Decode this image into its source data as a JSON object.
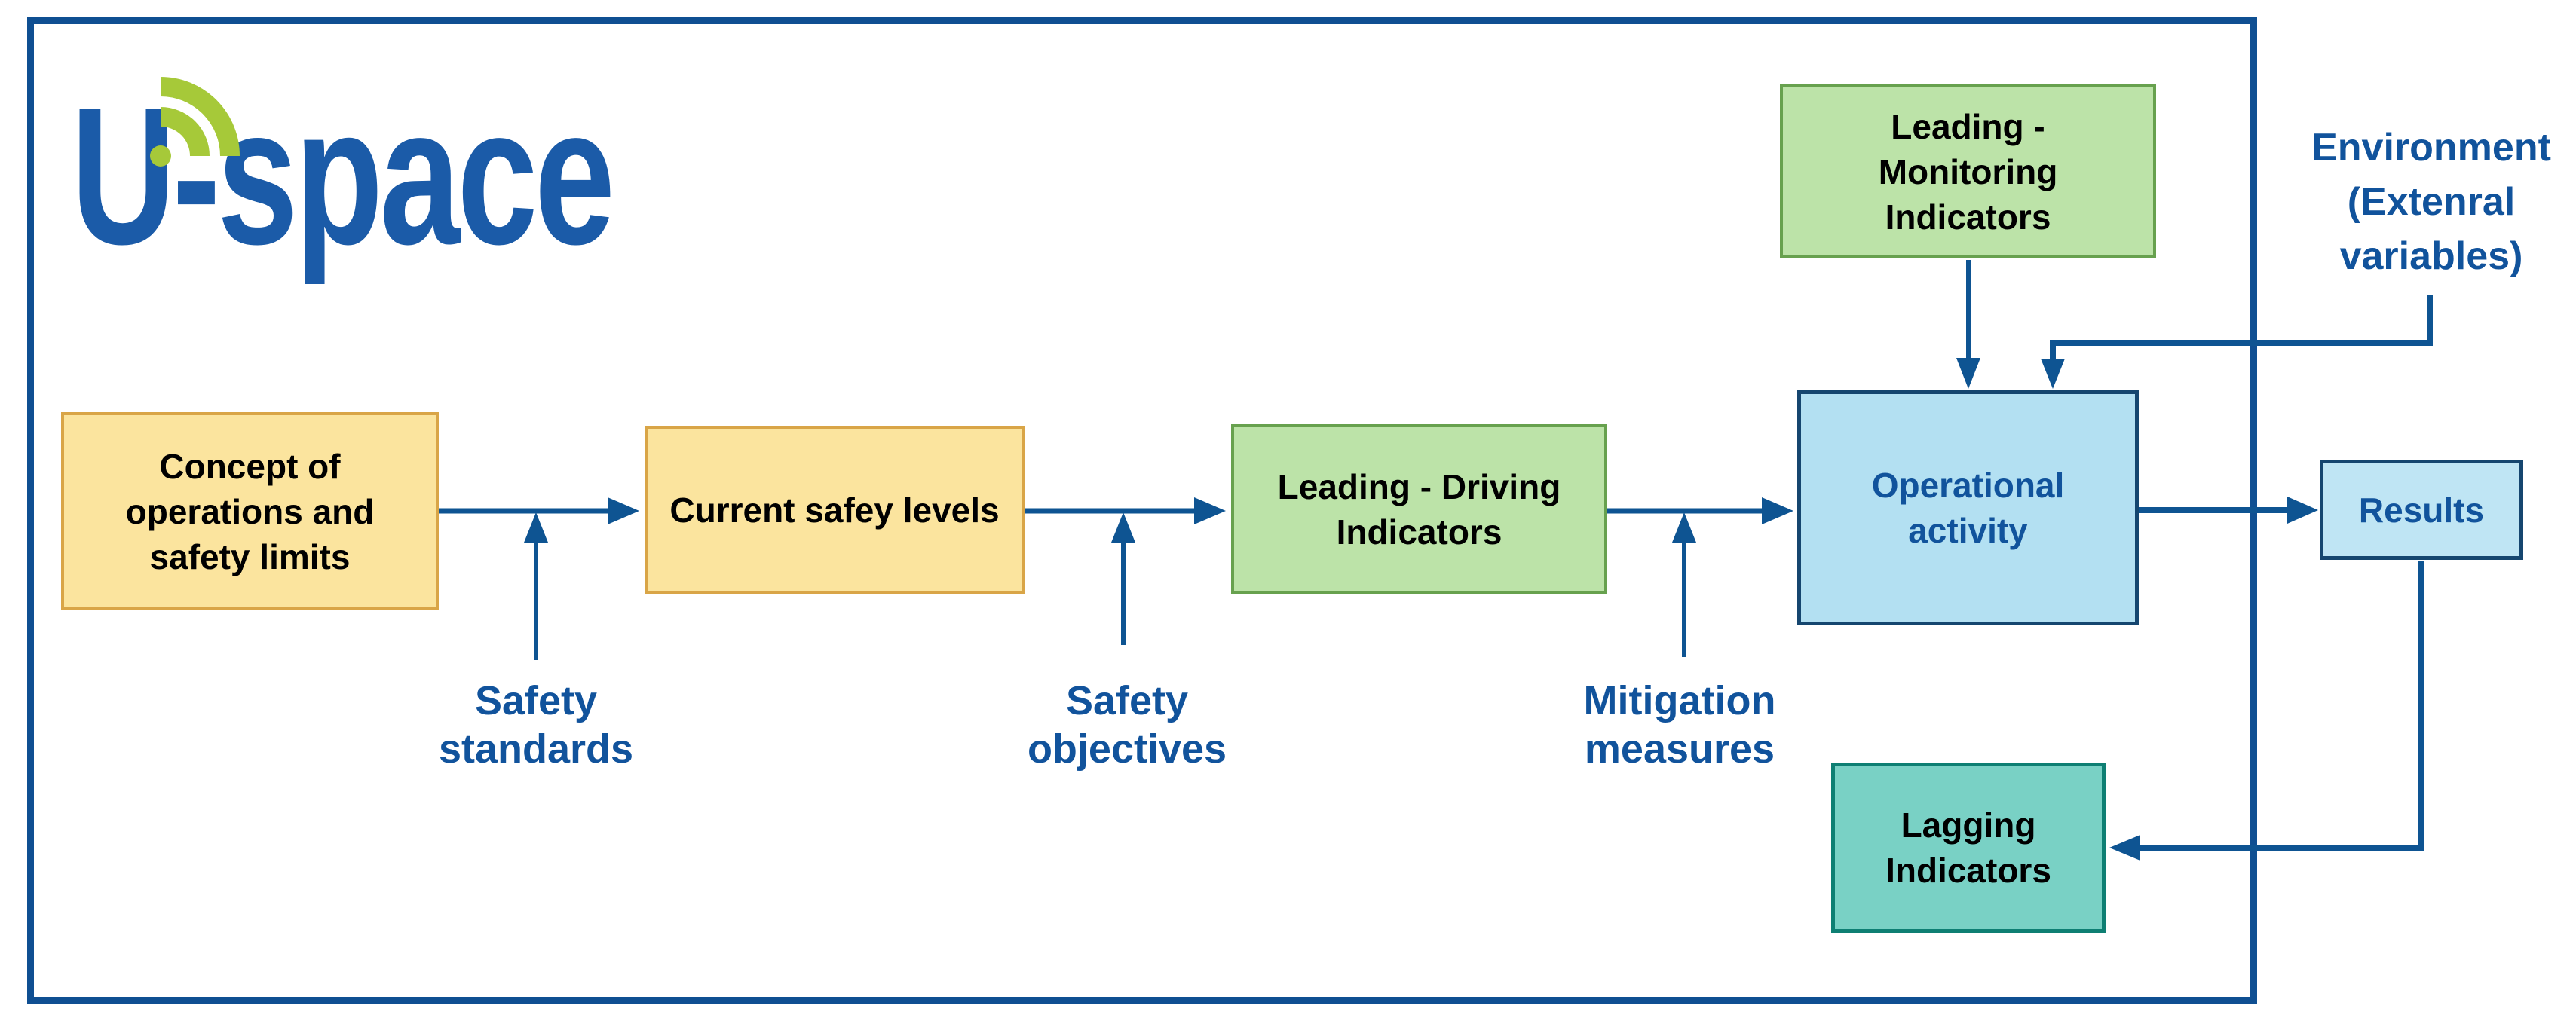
{
  "frame": {
    "border_color": "#0F4F92"
  },
  "logo": {
    "text": "U-space",
    "text_color": "#1B5BA8",
    "accent_green": "#A6C939"
  },
  "boxes": {
    "concept": {
      "label": "Concept of\noperations and\nsafety limits",
      "fill": "#FBE49E",
      "border": "#D9A547",
      "text_color": "#000000"
    },
    "current": {
      "label": "Current safey levels",
      "fill": "#FBE49E",
      "border": "#D9A547",
      "text_color": "#000000"
    },
    "driving": {
      "label": "Leading - Driving\nIndicators",
      "fill": "#BCE3A8",
      "border": "#67A14E",
      "text_color": "#000000"
    },
    "monitoring": {
      "label": "Leading -\nMonitoring\nIndicators",
      "fill": "#BCE3A8",
      "border": "#67A14E",
      "text_color": "#000000"
    },
    "operational": {
      "label": "Operational\nactivity",
      "fill": "#B3E0F2",
      "border": "#15466F",
      "text_color": "#11539C"
    },
    "results": {
      "label": "Results",
      "fill": "#BFE5F4",
      "border": "#15466F",
      "text_color": "#11539C"
    },
    "lagging": {
      "label": "Lagging\nIndicators",
      "fill": "#79D1C5",
      "border": "#0E7F73",
      "text_color": "#000000"
    }
  },
  "labels": {
    "safety_standards": "Safety\nstandards",
    "safety_objectives": "Safety\nobjectives",
    "mitigation_measures": "Mitigation\nmeasures",
    "environment": "Environment\n(Extenral\nvariables)",
    "label_color": "#11539C"
  },
  "connector_color": "#0E5492"
}
